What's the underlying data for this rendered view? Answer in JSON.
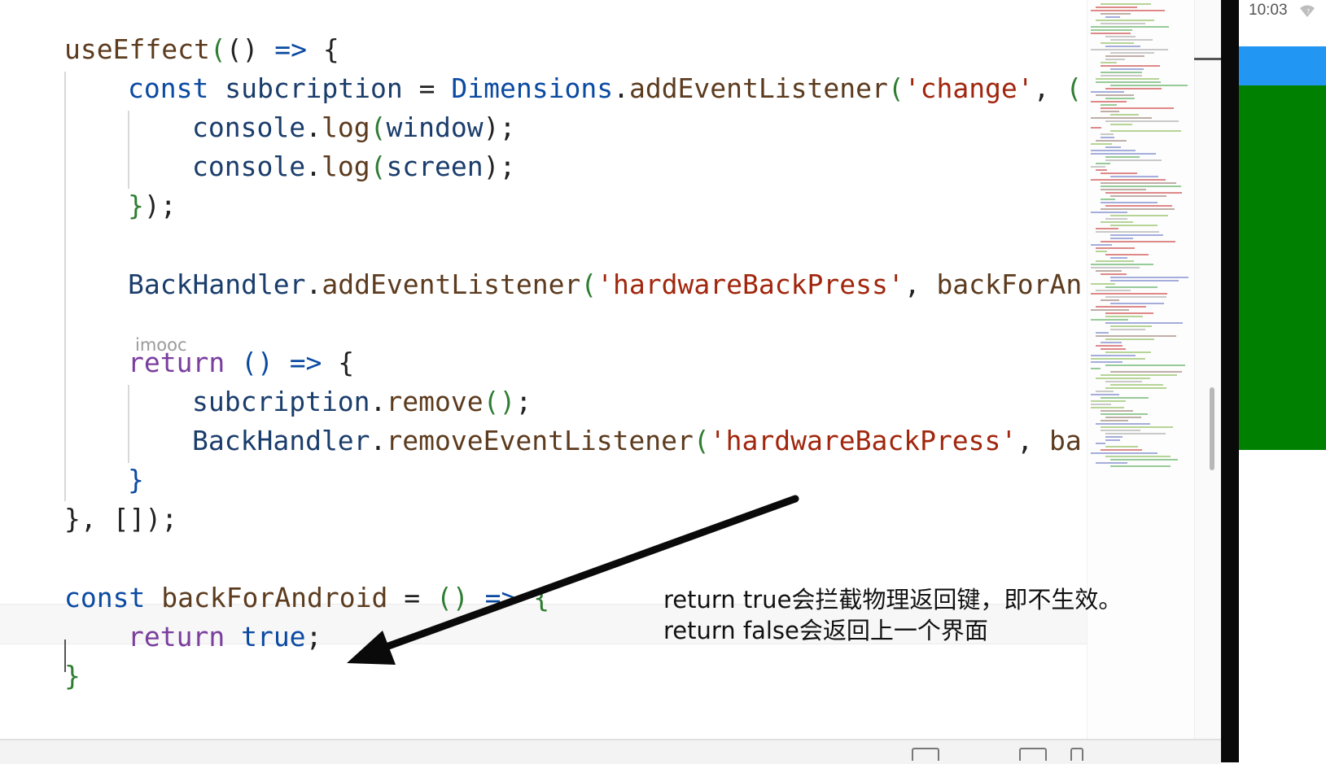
{
  "code": {
    "line1": {
      "fn": "useEffect",
      "p1": "(",
      "p2": "() ",
      "arrow": "=>",
      "brace": " {"
    },
    "line2": {
      "kw": "const ",
      "id": "subcription ",
      "eq": "= ",
      "cls": "Dimensions",
      "dot": ".",
      "fn": "addEventListener",
      "lp": "(",
      "str": "'change'",
      "comma": ", ",
      "tail": "("
    },
    "line3": {
      "obj": "console",
      "dot": ".",
      "fn": "log",
      "lp": "(",
      "arg": "window",
      "rp": ");"
    },
    "line4": {
      "obj": "console",
      "dot": ".",
      "fn": "log",
      "lp": "(",
      "arg": "screen",
      "rp": ");"
    },
    "line5": {
      "brace": "}",
      "rp": ");"
    },
    "line6": {
      "cls": "BackHandler",
      "dot": ".",
      "fn": "addEventListener",
      "lp": "(",
      "str": "'hardwareBackPress'",
      "comma": ", ",
      "tail": "backForAn"
    },
    "codelens": "imooc",
    "line7": {
      "kw": "return ",
      "paren": "() ",
      "arrow": "=>",
      "brace": " {"
    },
    "line8": {
      "id": "subcription",
      "dot": ".",
      "fn": "remove",
      "paren": "()",
      "semi": ";"
    },
    "line9": {
      "cls": "BackHandler",
      "dot": ".",
      "fn": "removeEventListener",
      "lp": "(",
      "str": "'hardwareBackPress'",
      "comma": ", ",
      "tail": "ba"
    },
    "line10": {
      "brace": "}"
    },
    "line11": {
      "brace": "}",
      "comma": ", ",
      "arr": "[]",
      "rp": ");"
    },
    "line12": {
      "kw": "const ",
      "id": "backForAndroid ",
      "eq": "= ",
      "paren": "() ",
      "arrow": "=>",
      "brace": " {"
    },
    "line13": {
      "kw": "return ",
      "val": "true",
      "semi": ";"
    },
    "line14": {
      "brace": "}"
    }
  },
  "annotation": {
    "line1": "return true会拦截物理返回键，即不生效。",
    "line2": "return false会返回上一个界面"
  },
  "device": {
    "clock": "10:03",
    "header_color": "#2196f3",
    "body_color": "#008000",
    "wifi_icon": "wifi-icon"
  },
  "colors": {
    "keyword": "#7a3e9d",
    "string": "#a1260d",
    "brace": "#2e7d32",
    "arrow": "#0a0a0a"
  }
}
